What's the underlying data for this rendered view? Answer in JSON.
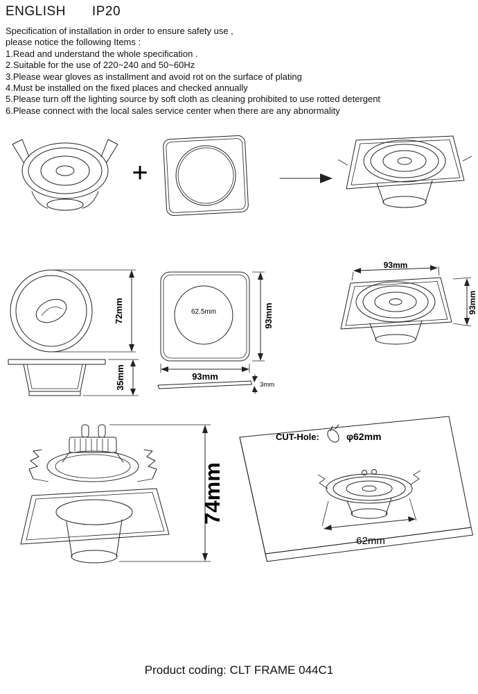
{
  "header": {
    "language": "ENGLISH",
    "ip_rating": "IP20"
  },
  "notice": {
    "line1": "Specification of installation in order to ensure safety use ,",
    "line2": "please notice the following Items :",
    "items": [
      "1.Read and understand the whole specification .",
      "2.Suitable for the use of 220~240 and 50~60Hz",
      "3.Please wear gloves as installment and avoid rot on the surface of plating",
      "4.Must be installed on the fixed places and checked annually",
      "5.Please turn off the lighting source by soft cloth as cleaning prohibited to use rotted detergent",
      "6.Please connect with the local sales service center when there are any abnormality"
    ]
  },
  "assembly": {
    "plus_sign": "+"
  },
  "dims": {
    "h72": "72mm",
    "d35": "35mm",
    "w93": "93mm",
    "h93_plate": "93mm",
    "hole": "62.5mm",
    "t3": "3mm",
    "w93_persp": "93mm",
    "h93_persp": "93mm",
    "h74": "74mm",
    "cut_label": "CUT-Hole:",
    "cut_dia": "φ62mm",
    "cut_w": "62mm"
  },
  "footer": {
    "product_coding": "Product coding: CLT FRAME 044C1"
  }
}
